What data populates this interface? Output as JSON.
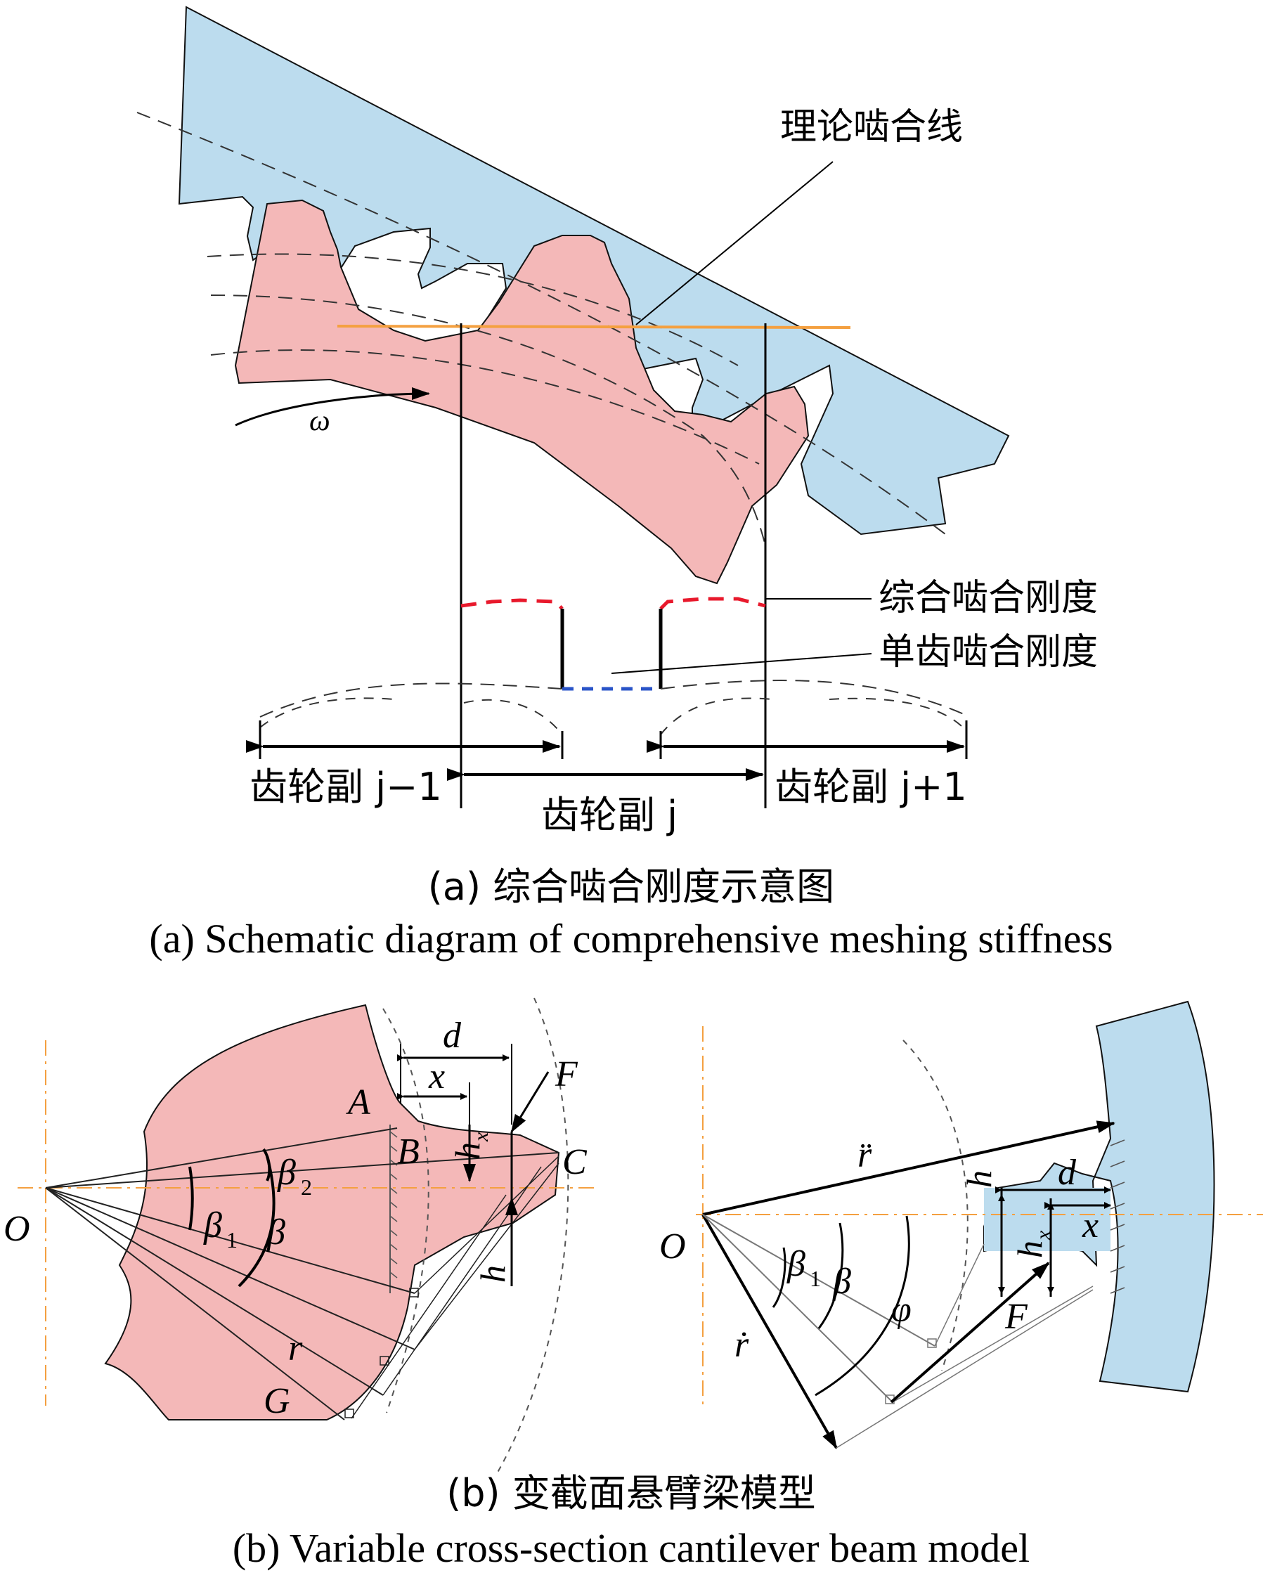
{
  "part_a": {
    "labels": {
      "theoretical_line": "理论啮合线",
      "omega": "ω",
      "comprehensive_stiffness": "综合啮合刚度",
      "single_stiffness": "单齿啮合刚度",
      "pair_prev": "齿轮副 j−1",
      "pair_curr": "齿轮副 j",
      "pair_next": "齿轮副 j+1"
    },
    "caption_cn": "(a)  综合啮合刚度示意图",
    "caption_en": "(a)  Schematic diagram of comprehensive meshing stiffness",
    "colors": {
      "driving_gear": "#f4b8b8",
      "driven_gear": "#bcdcee",
      "comprehensive": "#e8192c",
      "single": "#2a54c8",
      "meshing_line": "#f4a040"
    }
  },
  "part_b": {
    "left_labels": {
      "O": "O",
      "A": "A",
      "B": "B",
      "C": "C",
      "G": "G",
      "F": "F",
      "d": "d",
      "x": "x",
      "hx": "h",
      "hx_sub": "x",
      "h": "h",
      "r": "r",
      "beta": "β",
      "beta1": "β",
      "beta1_sub": "1",
      "beta2": "β",
      "beta2_sub": "2"
    },
    "right_labels": {
      "O": "O",
      "r_top": "r̈",
      "r_bottom": "ṙ",
      "h": "h",
      "d": "d",
      "x": "x",
      "hx": "h",
      "hx_sub": "x",
      "F": "F",
      "phi": "φ",
      "beta": "β",
      "beta1": "β",
      "beta1_sub": "1"
    },
    "caption_cn": "(b)  变截面悬臂梁模型",
    "caption_en": "(b)  Variable cross-section cantilever beam model"
  }
}
